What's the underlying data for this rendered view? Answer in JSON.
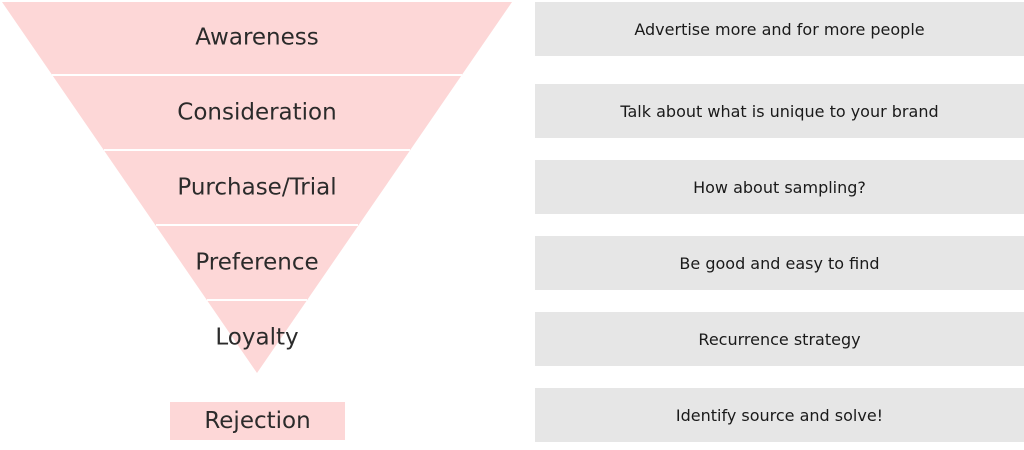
{
  "funnel": {
    "stages": [
      {
        "label": "Awareness"
      },
      {
        "label": "Consideration"
      },
      {
        "label": "Purchase/Trial"
      },
      {
        "label": "Preference"
      },
      {
        "label": "Loyalty"
      }
    ],
    "fill_color": "#fdd7d7",
    "divider_color": "#ffffff"
  },
  "rejection": {
    "label": "Rejection"
  },
  "actions": [
    {
      "text": "Advertise more and for more people"
    },
    {
      "text": "Talk about what is unique to your brand"
    },
    {
      "text": "How about sampling?"
    },
    {
      "text": "Be good and easy to find"
    },
    {
      "text": "Recurrence strategy"
    },
    {
      "text": "Identify source and solve!"
    }
  ],
  "action_box_color": "#e6e6e6"
}
